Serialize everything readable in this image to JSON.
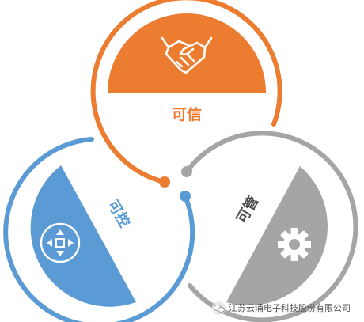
{
  "colors": {
    "orange": "#EC7C30",
    "blue": "#5B9BD5",
    "gray": "#A5A5A5",
    "white": "#FFFFFF"
  },
  "segments": [
    {
      "id": "trust",
      "label": "可信",
      "icon": "handshake-icon",
      "color": "#EC7C30"
    },
    {
      "id": "control",
      "label": "可控",
      "icon": "direction-pad-icon",
      "color": "#5B9BD5"
    },
    {
      "id": "manage",
      "label": "可管",
      "icon": "gear-icon",
      "color": "#A5A5A5"
    }
  ],
  "watermark": {
    "icon": "wechat-icon",
    "text": "江苏云涌电子科技股份有限公司"
  }
}
